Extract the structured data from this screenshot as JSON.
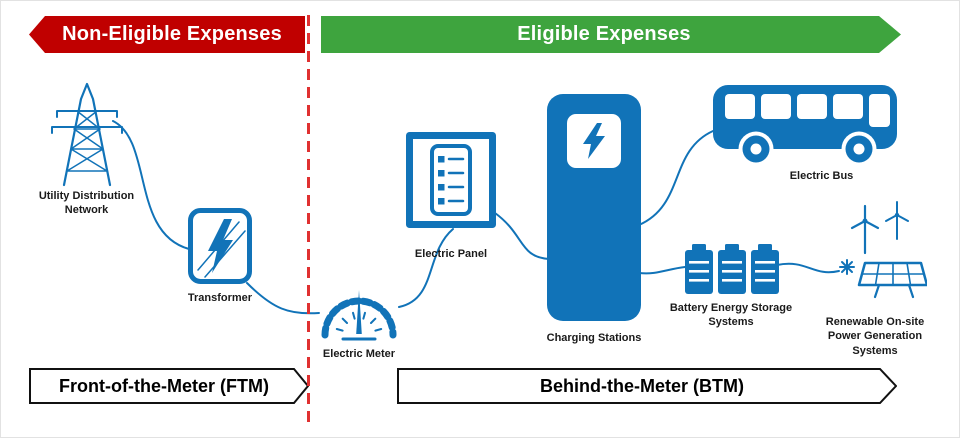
{
  "banners": {
    "non_eligible": "Non-Eligible Expenses",
    "eligible": "Eligible Expenses",
    "ftm": "Front-of-the-Meter (FTM)",
    "btm": "Behind-the-Meter (BTM)"
  },
  "labels": {
    "utility": "Utility Distribution Network",
    "transformer": "Transformer",
    "meter": "Electric Meter",
    "panel": "Electric Panel",
    "charging": "Charging Stations",
    "bus": "Electric Bus",
    "battery": "Battery Energy Storage Systems",
    "renewable": "Renewable On-site Power Generation Systems"
  },
  "icons": {
    "utility": "transmission-tower-icon",
    "transformer": "transformer-icon",
    "meter": "electric-meter-gauge-icon",
    "panel": "electric-panel-icon",
    "charging": "ev-charging-station-icon",
    "bus": "electric-bus-icon",
    "battery": "battery-storage-icon",
    "renewable": "wind-and-solar-icon"
  },
  "colors": {
    "primary_blue": "#1173b8",
    "banner_red": "#c00000",
    "banner_green": "#3ea43e",
    "divider_red": "#e03131",
    "text_dark": "#1a1a1a"
  }
}
